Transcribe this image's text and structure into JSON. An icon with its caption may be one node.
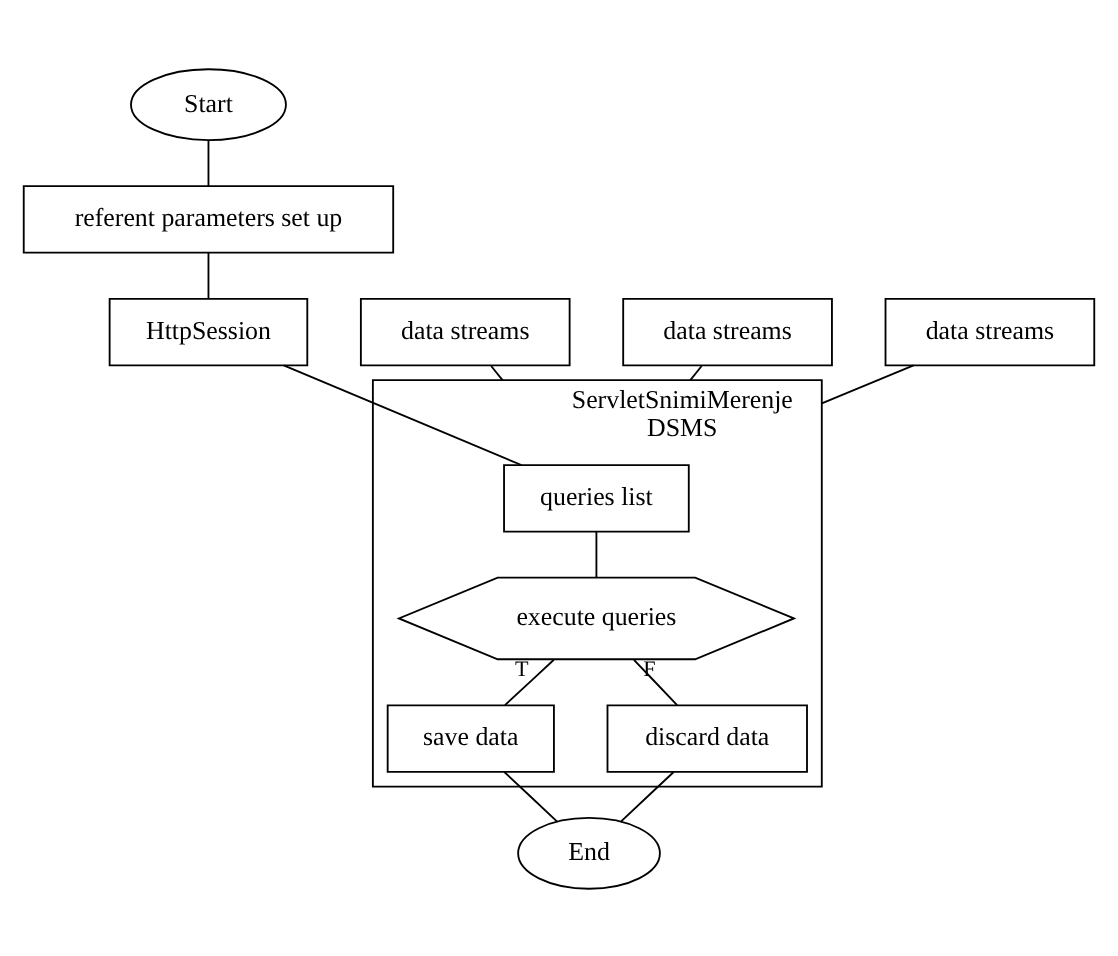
{
  "diagram": {
    "nodes": [
      {
        "text": [
          "Start"
        ]
      },
      {
        "text": [
          "referent parameters set up"
        ]
      },
      {
        "text": [
          "HttpSession"
        ]
      },
      {
        "text": [
          "ServletSnimiMerenje",
          "DSMS"
        ]
      },
      {
        "text": [
          "data streams"
        ]
      },
      {
        "text": [
          "data streams"
        ]
      },
      {
        "text": [
          "data streams"
        ]
      },
      {
        "text": [
          "queries list"
        ],
        "in": 3
      },
      {
        "text": [
          "execute queries"
        ],
        "in": 3
      },
      {
        "text": [
          "save data"
        ],
        "in": 3
      },
      {
        "text": [
          "discard data"
        ],
        "in": 3
      },
      {
        "text": [
          "End"
        ]
      }
    ],
    "edges": [
      {
        "from": 0,
        "to": 1,
        "arrow": "none"
      },
      {
        "from": 1,
        "to": 2,
        "arrow": "none"
      },
      {
        "from": 2,
        "to": 7,
        "arrow": "none"
      },
      {
        "from": 4,
        "to": 7,
        "arrow": "none"
      },
      {
        "from": 5,
        "to": 7,
        "arrow": "none"
      },
      {
        "from": 6,
        "to": 7,
        "arrow": "none"
      },
      {
        "from": 7,
        "to": 8,
        "arrow": "none"
      },
      {
        "from": 8,
        "to": 9,
        "arrow": "none",
        "label": "T"
      },
      {
        "from": 8,
        "to": 10,
        "arrow": "none",
        "label": "F"
      },
      {
        "from": 9,
        "to": 11,
        "arrow": "none"
      },
      {
        "from": 10,
        "to": 11,
        "arrow": "none"
      }
    ]
  }
}
